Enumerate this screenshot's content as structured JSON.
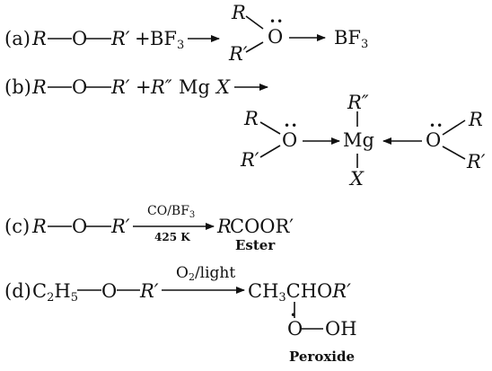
{
  "colors": {
    "ink": "#111111",
    "background": "#ffffff"
  },
  "reaction_a": {
    "label": "(a)",
    "r": "R",
    "o": "O",
    "rp": "R′",
    "plus": "+",
    "bf": "BF",
    "three": "3",
    "arrow_label": "",
    "complex_r_top": "R",
    "complex_r_bottom": "R′",
    "complex_o": "O",
    "lone_pair": "••",
    "product_bf": "BF",
    "product_three": "3"
  },
  "reaction_b": {
    "label": "(b)",
    "r": "R",
    "o": "O",
    "rp": "R′",
    "plus": "+",
    "grignard_r": "R″",
    "mg": "Mg",
    "x": "X",
    "left_r_top": "R",
    "left_r_bottom": "R′",
    "left_o": "O",
    "center_mg": "Mg",
    "center_rpp": "R″",
    "center_x": "X",
    "right_o": "O",
    "right_r_top": "R",
    "right_r_bottom": "R′",
    "lone_pair": "••"
  },
  "reaction_c": {
    "label": "(c)",
    "r": "R",
    "o": "O",
    "rp": "R′",
    "reagent": "CO/BF",
    "reagent_sub": "3",
    "condition": "425 K",
    "product_r": "R",
    "product_main": "COOR′",
    "product_caption": "Ester"
  },
  "reaction_d": {
    "label": "(d)",
    "c": "C",
    "h": "H",
    "c_sub": "2",
    "h_sub": "5",
    "o": "O",
    "rp": "R′",
    "reagent_o": "O",
    "reagent_sub": "2",
    "reagent_rest": "/light",
    "product_ch": "CH",
    "product_sub": "3",
    "product_mid": "CHO",
    "product_rp": "R′",
    "peroxide_o": "O",
    "peroxide_oh": "OH",
    "lone_pair": "•",
    "product_caption": "Peroxide"
  }
}
